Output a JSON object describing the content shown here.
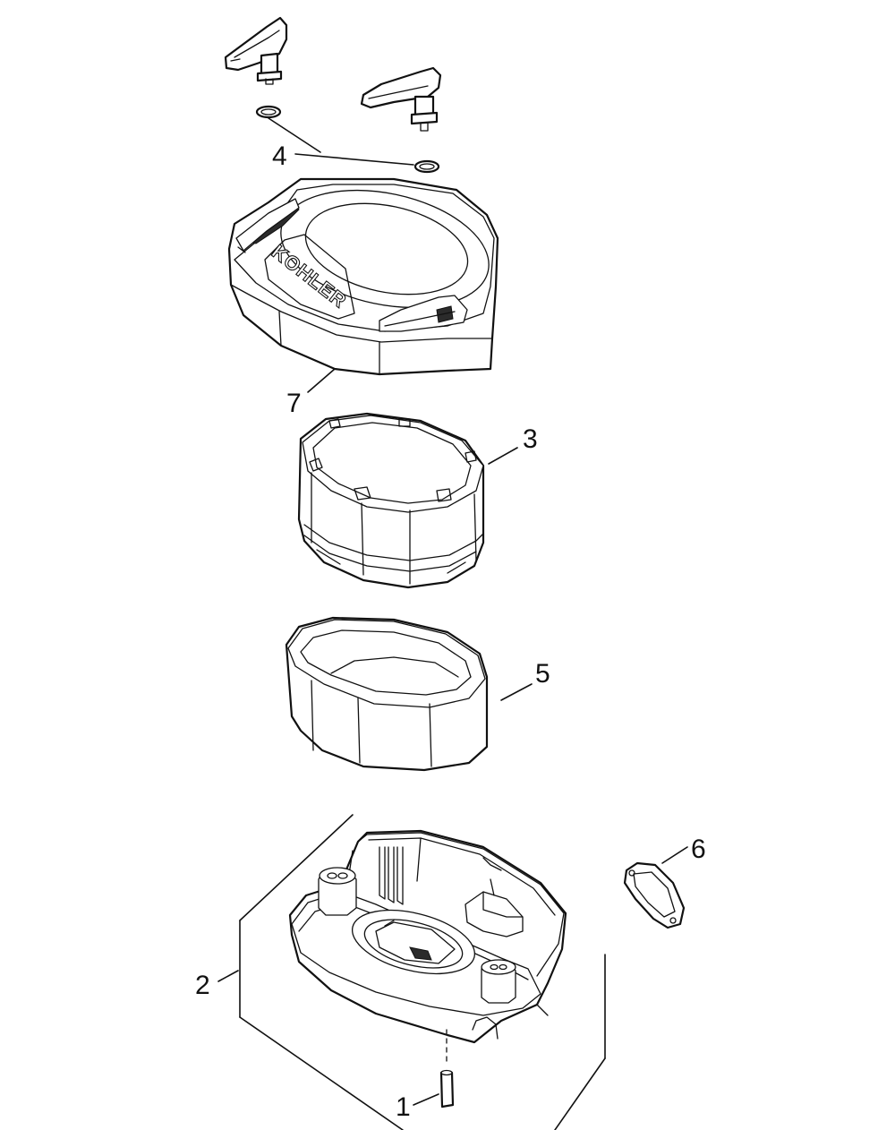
{
  "callouts": {
    "c1": "1",
    "c2": "2",
    "c3": "3",
    "c4": "4",
    "c5": "5",
    "c6": "6",
    "c7": "7"
  },
  "cover": {
    "brand": "KOHLER"
  },
  "colors": {
    "line": "#111111",
    "background": "#ffffff"
  }
}
